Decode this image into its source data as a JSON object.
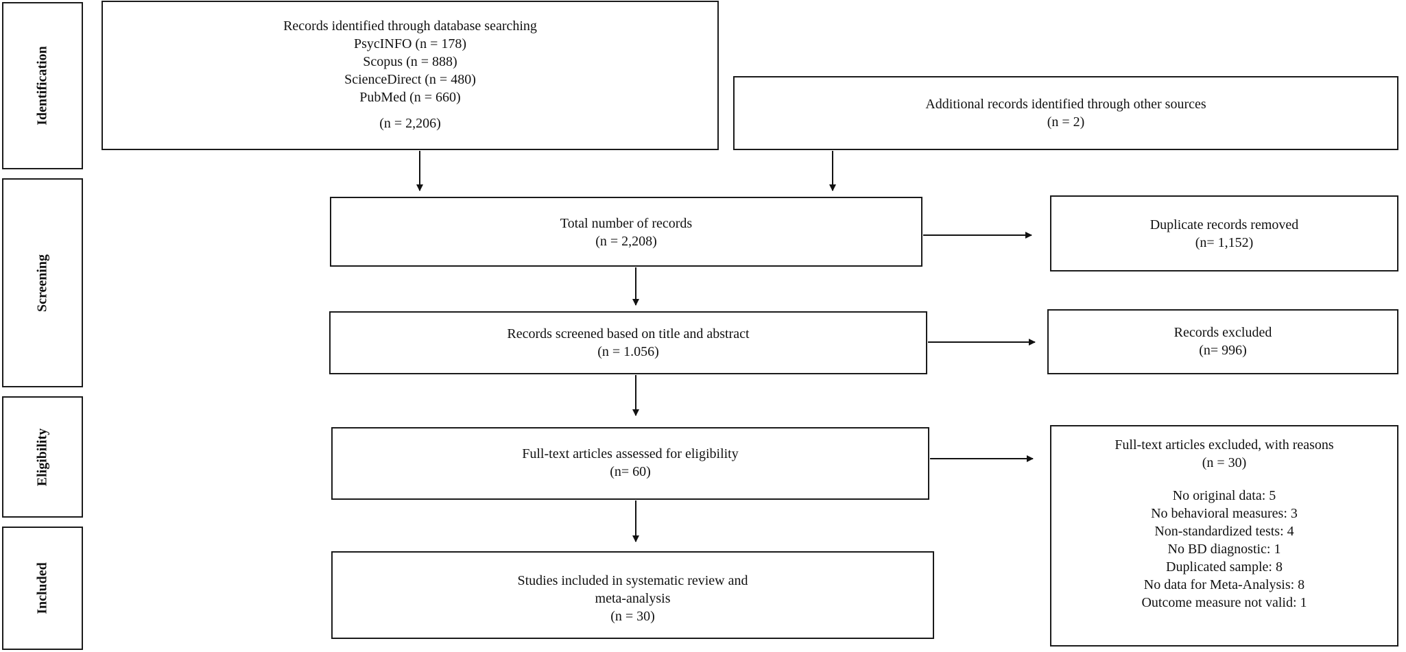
{
  "stages": {
    "identification": "Identification",
    "screening": "Screening",
    "eligibility": "Eligibility",
    "included": "Included"
  },
  "db_search": {
    "title": "Records identified through database searching",
    "sources": [
      "PsycINFO (n = 178)",
      "Scopus (n = 888)",
      "ScienceDirect (n = 480)",
      "PubMed (n = 660)"
    ],
    "total": "(n = 2,206)"
  },
  "other_sources": {
    "title": "Additional records identified through other sources",
    "count": "(n = 2)"
  },
  "total_records": {
    "title": "Total number of records",
    "count": "(n = 2,208)"
  },
  "duplicates": {
    "title": "Duplicate records removed",
    "count": "(n= 1,152)"
  },
  "screened": {
    "title": "Records screened based on title and abstract",
    "count": "(n = 1.056)"
  },
  "excluded": {
    "title": "Records excluded",
    "count": "(n= 996)"
  },
  "fulltext": {
    "title": "Full-text articles assessed for eligibility",
    "count": "(n= 60)"
  },
  "fulltext_excluded": {
    "title": "Full-text articles excluded, with reasons",
    "count": "(n = 30)",
    "reasons": [
      "No original data: 5",
      "No behavioral measures: 3",
      "Non-standardized tests: 4",
      "No BD diagnostic: 1",
      "Duplicated sample: 8",
      "No data for Meta-Analysis: 8",
      "Outcome measure not valid: 1"
    ]
  },
  "included_studies": {
    "line1": "Studies included in systematic review and",
    "line2": "meta-analysis",
    "count": "(n = 30)"
  }
}
